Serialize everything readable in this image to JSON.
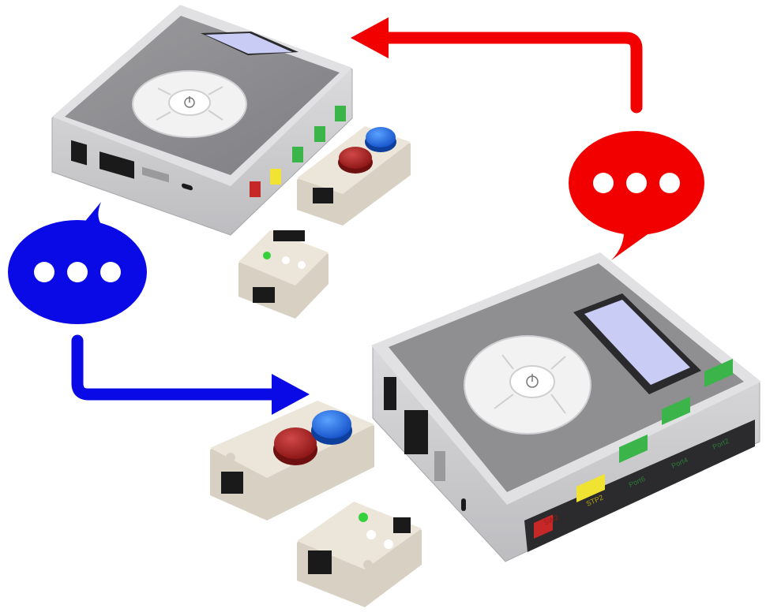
{
  "colors": {
    "blue_bubble": "#0a0ae6",
    "red_bubble": "#f20000",
    "hub_body": "#d9d9db",
    "hub_top": "#8f8f92",
    "screen": "#c9ccf5",
    "module_body": "#ece6da",
    "button_red": "#a31d1d",
    "button_blue": "#1f6fe0",
    "led_green": "#35d13a",
    "port_green": "#3bb54a",
    "port_yellow": "#f1e331",
    "port_red": "#c62828"
  },
  "icons": {
    "blue_bubble": "speech-bubble-ellipsis-icon",
    "red_bubble": "speech-bubble-ellipsis-icon",
    "power": "power-icon"
  },
  "hub_large": {
    "ports": [
      "SW2",
      "STP2",
      "Port6",
      "Port4",
      "Port2"
    ]
  }
}
